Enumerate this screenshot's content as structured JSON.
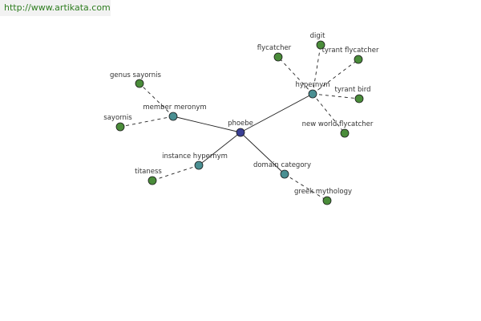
{
  "banner": {
    "url": "http://www.artikata.com"
  },
  "colors": {
    "center": "#3a3f94",
    "relation": "#4a8f92",
    "leaf": "#4a8c3a",
    "edge": "#222222",
    "url": "#2e7d1f"
  },
  "graph": {
    "center": "phoebe",
    "relations": [
      {
        "id": "hypernym",
        "label": "hypernym",
        "children": [
          "digit",
          "flycatcher",
          "tyrant flycatcher",
          "tyrant bird",
          "new world flycatcher"
        ]
      },
      {
        "id": "member-meronym",
        "label": "member meronym",
        "children": [
          "genus sayornis",
          "sayornis"
        ]
      },
      {
        "id": "instance-hypernym",
        "label": "instance hypernym",
        "children": [
          "titaness"
        ]
      },
      {
        "id": "domain-category",
        "label": "domain category",
        "children": [
          "greek mythology"
        ]
      }
    ]
  }
}
